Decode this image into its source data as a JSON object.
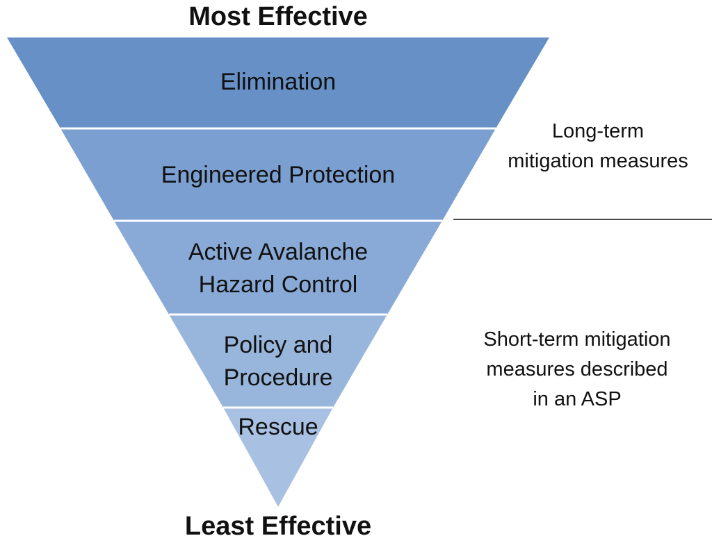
{
  "heading": {
    "top": "Most Effective",
    "bottom": "Least Effective"
  },
  "layers": [
    {
      "lines": [
        "Elimination"
      ],
      "color": "#6690c6"
    },
    {
      "lines": [
        "Engineered Protection"
      ],
      "color": "#7a9fd0"
    },
    {
      "lines": [
        "Active Avalanche",
        "Hazard Control"
      ],
      "color": "#89aad6"
    },
    {
      "lines": [
        "Policy and",
        "Procedure"
      ],
      "color": "#98b5dc"
    },
    {
      "lines": [
        "Rescue"
      ],
      "color": "#a8c1e2"
    }
  ],
  "side_notes": {
    "long_term": [
      "Long-term",
      "mitigation measures"
    ],
    "short_term": [
      "Short-term mitigation",
      "measures described",
      "in an ASP"
    ]
  }
}
